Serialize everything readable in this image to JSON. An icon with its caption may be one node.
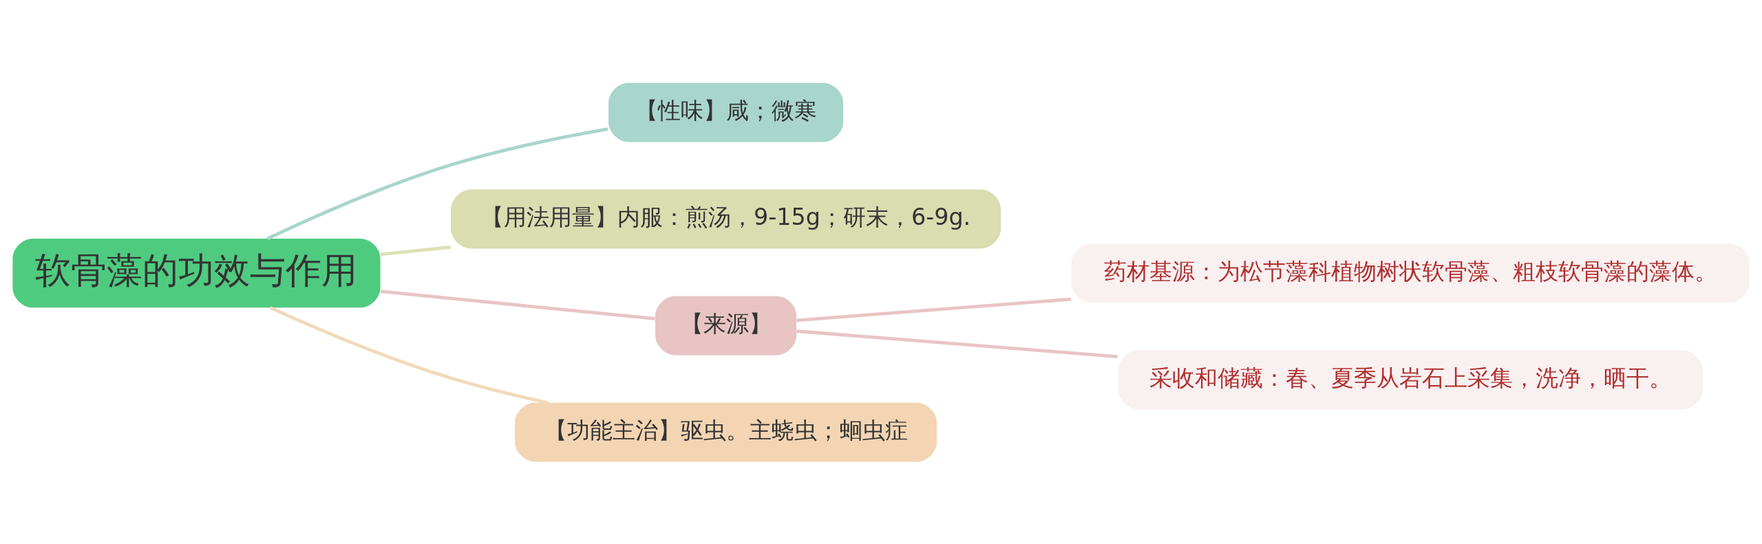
{
  "diagram": {
    "nodes": [
      {
        "text": [
          "软骨藻的功效与作用"
        ]
      },
      {
        "text": [
          "【性味】咸；微寒"
        ]
      },
      {
        "text": [
          "【用法用量】内服：煎汤，9-15g；研末，6-9g."
        ]
      },
      {
        "text": [
          "【来源】"
        ]
      },
      {
        "text": [
          "药材基源：为松节藻科植物树状软骨藻、粗枝软骨藻的藻体。"
        ]
      },
      {
        "text": [
          "采收和储藏：春、夏季从岩石上采集，洗净，晒干。"
        ]
      },
      {
        "text": [
          "【功能主治】驱虫。主蛲虫；蛔虫症"
        ]
      }
    ],
    "edges": [
      {
        "from": 0,
        "to": 1,
        "arrow": "none",
        "color": "#a8d5cc"
      },
      {
        "from": 0,
        "to": 2,
        "arrow": "none",
        "color": "#dde0b4"
      },
      {
        "from": 0,
        "to": 3,
        "arrow": "none"
      },
      {
        "from": 0,
        "to": 6,
        "arrow": "none",
        "color": "#f2d9b8"
      },
      {
        "from": 3,
        "to": 4,
        "arrow": "none"
      },
      {
        "from": 3,
        "to": 5,
        "arrow": "none"
      }
    ]
  }
}
